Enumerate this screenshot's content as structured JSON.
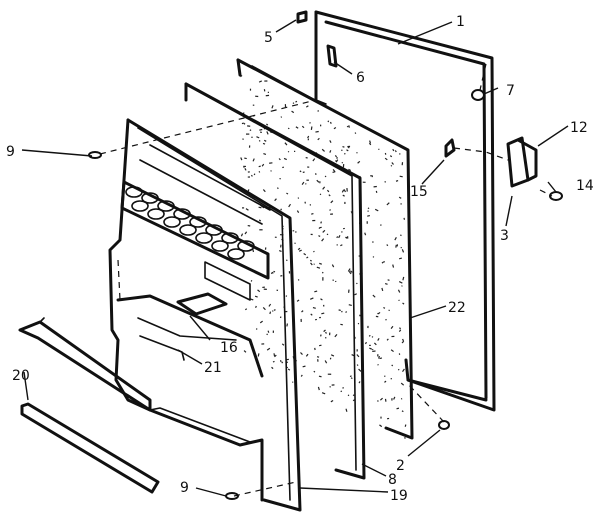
{
  "diagram": {
    "callouts": [
      {
        "id": "1",
        "label": "1"
      },
      {
        "id": "2",
        "label": "2"
      },
      {
        "id": "3",
        "label": "3"
      },
      {
        "id": "5",
        "label": "5"
      },
      {
        "id": "6",
        "label": "6"
      },
      {
        "id": "7",
        "label": "7"
      },
      {
        "id": "8",
        "label": "8"
      },
      {
        "id": "9a",
        "label": "9"
      },
      {
        "id": "9b",
        "label": "9"
      },
      {
        "id": "12",
        "label": "12"
      },
      {
        "id": "14",
        "label": "14"
      },
      {
        "id": "15",
        "label": "15"
      },
      {
        "id": "16",
        "label": "16"
      },
      {
        "id": "19",
        "label": "19"
      },
      {
        "id": "20",
        "label": "20"
      },
      {
        "id": "21",
        "label": "21"
      },
      {
        "id": "22",
        "label": "22"
      }
    ]
  }
}
